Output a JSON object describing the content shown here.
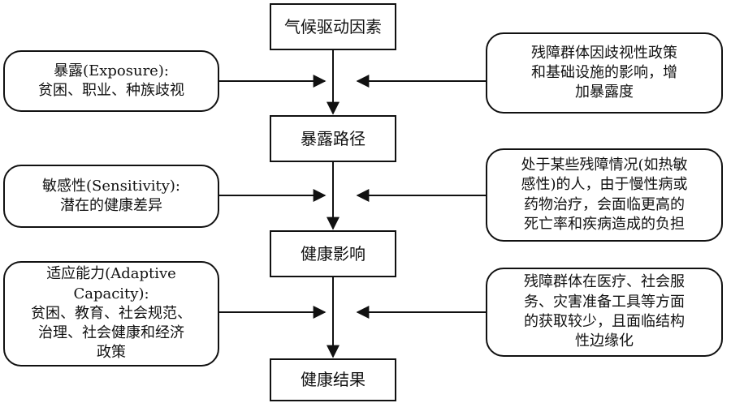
{
  "chain": [
    "气候驱动因素",
    "暴露路径",
    "健康影响",
    "健康结果"
  ],
  "left": [
    "暴露(Exposure):\n贫困、职业、种族歧视",
    "敏感性(Sensitivity):\n潜在的健康差异",
    "适应能力(Adaptive\nCapacity):\n贫困、教育、社会规范、\n治理、社会健康和经济\n政策"
  ],
  "right": [
    "残障群体因歧视性政策\n和基础设施的影响，增\n加暴露度",
    "处于某些残障情况(如热敏\n感性)的人，由于慢性病或\n药物治疗，会面临更高的\n死亡率和疾病造成的负担",
    "残障群体在医疗、社会服\n务、灾害准备工具等方面\n的获取较少，且面临结构\n性边缘化"
  ]
}
